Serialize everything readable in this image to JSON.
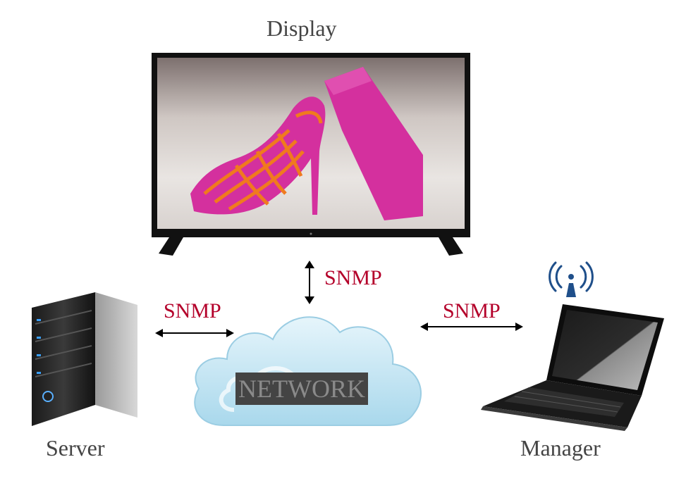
{
  "labels": {
    "display": "Display",
    "server": "Server",
    "manager": "Manager",
    "network": "NETWORK"
  },
  "links": {
    "display_network": "SNMP",
    "server_network": "SNMP",
    "network_manager": "SNMP"
  },
  "colors": {
    "protocol_label": "#b4002a",
    "node_label": "#444444",
    "cloud": "#bfe3f2",
    "wifi_icon": "#1f4f8a"
  }
}
